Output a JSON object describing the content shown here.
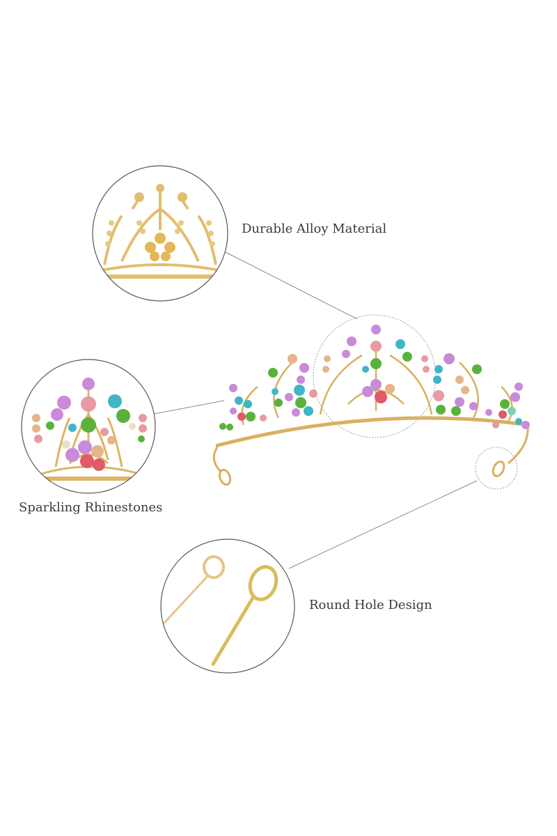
{
  "callouts": [
    {
      "id": "alloy",
      "label": "Durable Alloy Material"
    },
    {
      "id": "rhinestones",
      "label": "Sparkling Rhinestones"
    },
    {
      "id": "hole",
      "label": "Round Hole Design"
    }
  ],
  "colors": {
    "gold": "#e2bd6e",
    "gold_dark": "#c9a04e",
    "pink": "#e89aa2",
    "purple": "#c98ad9",
    "teal": "#3fb6c8",
    "green": "#5bb23a",
    "peach": "#e6b48a",
    "red": "#e05a6a",
    "line": "#8a8a8a"
  }
}
